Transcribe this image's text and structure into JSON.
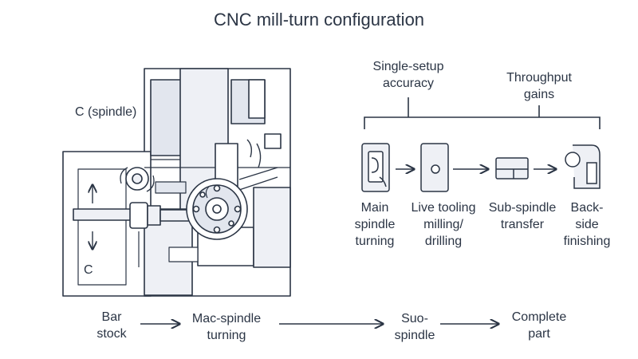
{
  "title": "CNC mill-turn configuration",
  "machine": {
    "axis_top_label": "C (spindle)",
    "axis_side_label": "C"
  },
  "benefits": {
    "accuracy_line1": "Single-setup",
    "accuracy_line2": "accuracy",
    "throughput_line1": "Throughput",
    "throughput_line2": "gains"
  },
  "steps": [
    {
      "line1": "Main",
      "line2": "spindle",
      "line3": "turning",
      "icon": "chuck-icon"
    },
    {
      "line1": "Live tooling",
      "line2": "milling/",
      "line3": "drilling",
      "icon": "live-tool-icon"
    },
    {
      "line1": "Sub-spindle",
      "line2": "transfer",
      "line3": "",
      "icon": "sub-spindle-icon"
    },
    {
      "line1": "Back-",
      "line2": "side",
      "line3": "finishing",
      "icon": "back-side-icon"
    }
  ],
  "flow": [
    {
      "line1": "Bar",
      "line2": "stock"
    },
    {
      "line1": "Mac-spindle",
      "line2": "turning"
    },
    {
      "line1": "Suo-",
      "line2": "spindle"
    },
    {
      "line1": "Complete",
      "line2": "part"
    }
  ],
  "colors": {
    "stroke": "#2b3545",
    "panel_fill": "#eef0f5",
    "panel_fill_dark": "#e2e6ee"
  }
}
